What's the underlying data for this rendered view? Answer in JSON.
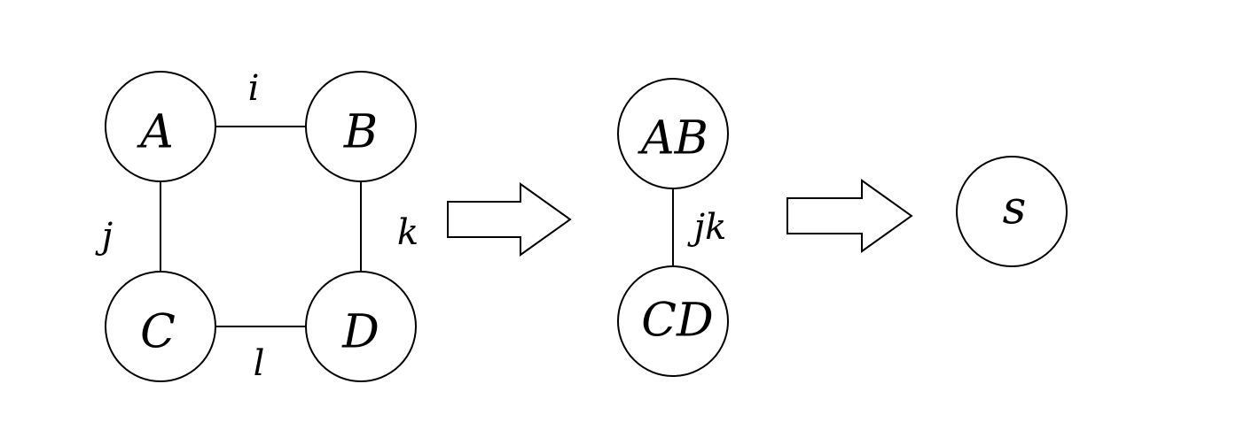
{
  "stage1": {
    "nodes": {
      "a": "A",
      "b": "B",
      "c": "C",
      "d": "D"
    },
    "edges": {
      "ab": "i",
      "ac": "j",
      "bd": "k",
      "cd": "l"
    }
  },
  "stage2": {
    "nodes": {
      "ab": "AB",
      "cd": "CD"
    },
    "edges": {
      "ab_cd": "jk"
    }
  },
  "stage3": {
    "nodes": {
      "s": "s"
    }
  },
  "colors": {
    "stroke": "#000000",
    "background": "#ffffff"
  }
}
